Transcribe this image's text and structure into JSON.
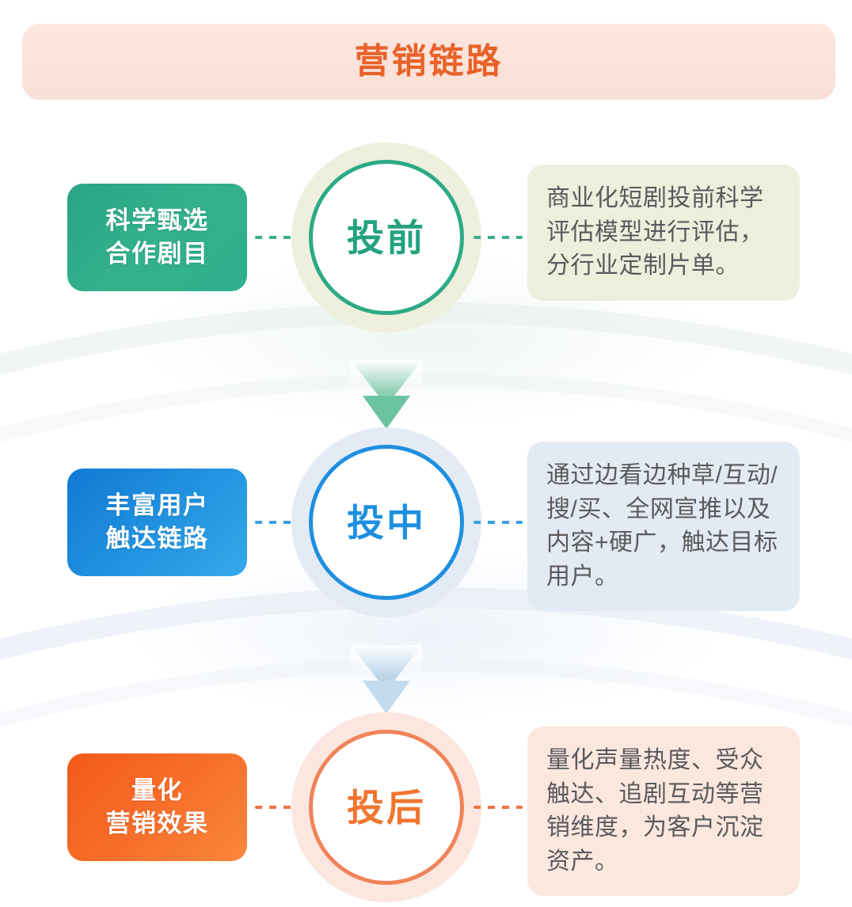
{
  "banner": {
    "title": "营销链路",
    "bg_color": "#FBE3D9",
    "title_color": "#E8622A"
  },
  "stages": [
    {
      "id": "pre",
      "accent": "#2CAA86",
      "halo": "#EEEFDC",
      "label_lines": [
        "科学甄选",
        "合作剧目"
      ],
      "circle_label": "投前",
      "description": "商业化短剧投前科学评估模型进行评估，分行业定制片单。",
      "pill_gradient_from": "#29A585",
      "pill_gradient_to": "#2FAF8C",
      "desc_bg": "#EDEFDD"
    },
    {
      "id": "mid",
      "accent": "#1E8FE0",
      "halo": "#E4EBF5",
      "label_lines": [
        "丰富用户",
        "触达链路"
      ],
      "circle_label": "投中",
      "description": "通过边看边种草/互动/搜/买、全网宣推以及内容+硬广，触达目标用户。",
      "pill_gradient_from": "#1179D4",
      "pill_gradient_to": "#35A9EA",
      "desc_bg": "#E2EAF3"
    },
    {
      "id": "post",
      "accent": "#F0835A",
      "halo": "#FBE7DF",
      "label_lines": [
        "量化",
        "营销效果"
      ],
      "circle_label": "投后",
      "description": "量化声量热度、受众触达、追剧互动等营销维度，为客户沉淀资产。",
      "pill_gradient_from": "#F3591B",
      "pill_gradient_to": "#F9873B",
      "desc_bg": "#FAE7DE"
    }
  ],
  "connectors": {
    "arrow_1_color": "#6BC3A2",
    "arrow_2_color": "#BBD5EA",
    "dash_style": "dotted"
  }
}
